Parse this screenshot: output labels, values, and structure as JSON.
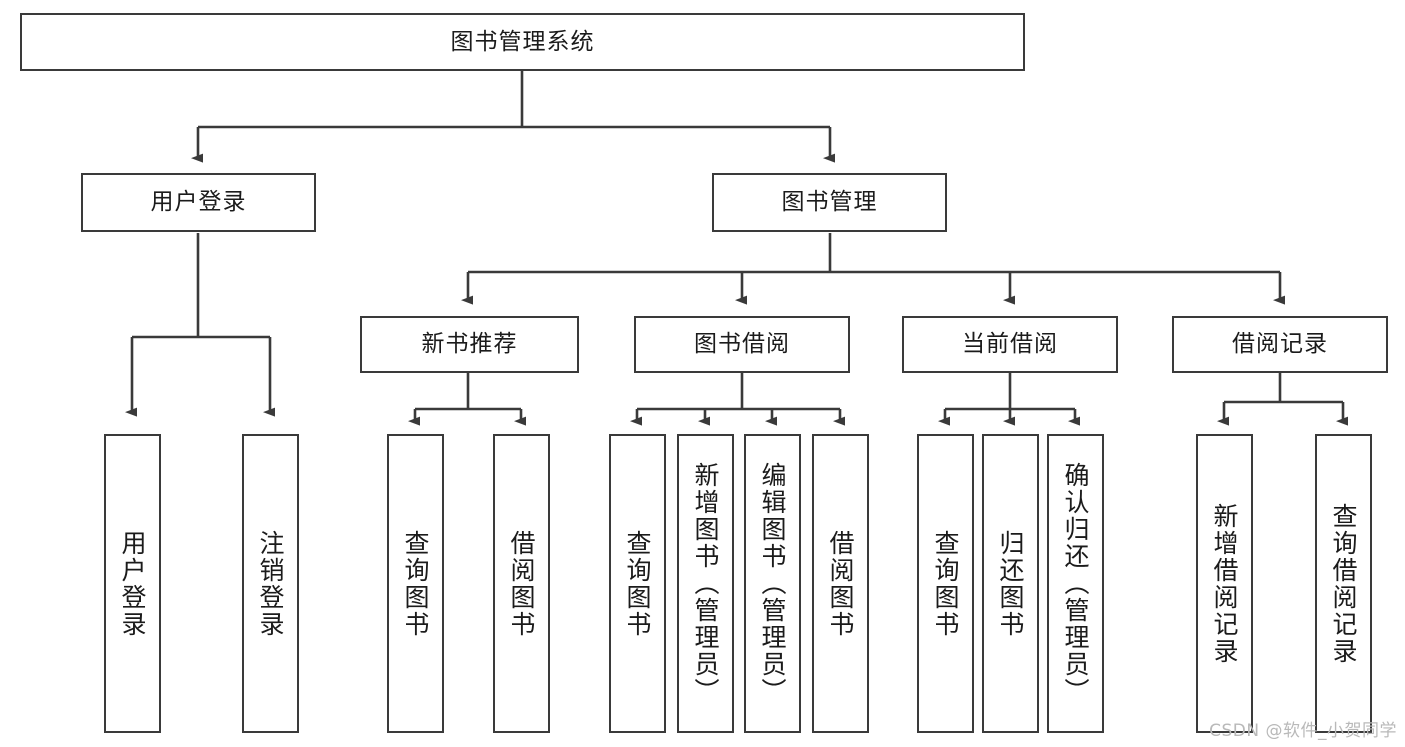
{
  "diagram": {
    "title": "图书管理系统",
    "watermark": "CSDN @软件_小贺同学",
    "colors": {
      "background": "#ffffff",
      "box_border": "#3a3a3a",
      "box_fill": "#ffffff",
      "connector": "#3a3a3a",
      "text": "#1b1b1b",
      "watermark": "#b9b9b9"
    },
    "root": {
      "label": "图书管理系统"
    },
    "level2": [
      {
        "label": "用户登录"
      },
      {
        "label": "图书管理"
      }
    ],
    "level3": [
      {
        "label": "新书推荐"
      },
      {
        "label": "图书借阅"
      },
      {
        "label": "当前借阅"
      },
      {
        "label": "借阅记录"
      }
    ],
    "leaves": {
      "user_login": [
        {
          "label": "用户登录"
        },
        {
          "label": "注销登录"
        }
      ],
      "new_book_recommend": [
        {
          "label": "查询图书"
        },
        {
          "label": "借阅图书"
        }
      ],
      "book_borrow": [
        {
          "label": "查询图书"
        },
        {
          "label": "新增图书（管理员）"
        },
        {
          "label": "编辑图书（管理员）"
        },
        {
          "label": "借阅图书"
        }
      ],
      "current_borrow": [
        {
          "label": "查询图书"
        },
        {
          "label": "归还图书"
        },
        {
          "label": "确认归还（管理员）"
        }
      ],
      "borrow_record": [
        {
          "label": "新增借阅记录"
        },
        {
          "label": "查询借阅记录"
        }
      ]
    }
  }
}
